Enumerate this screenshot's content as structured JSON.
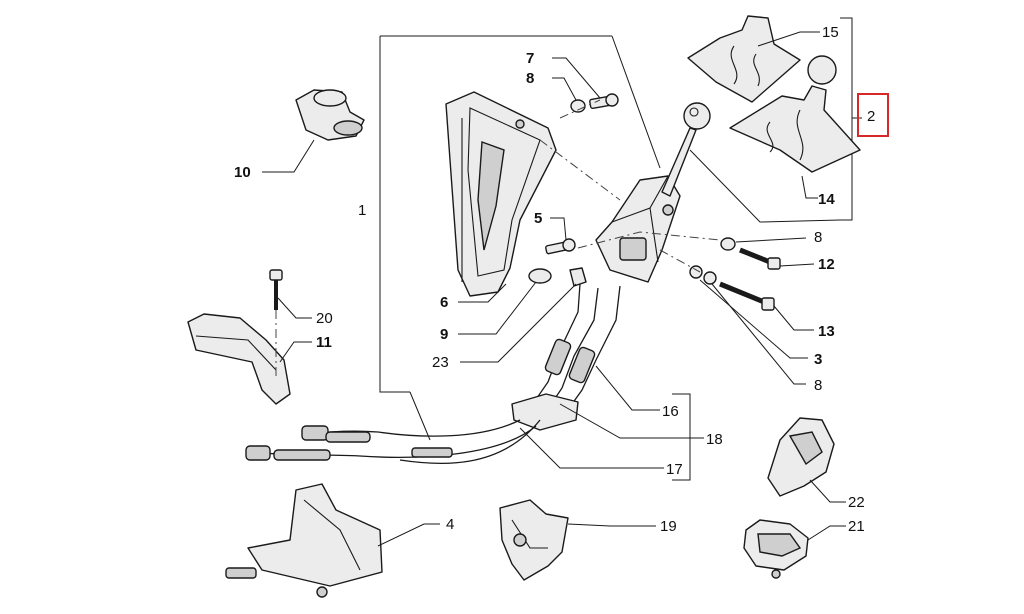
{
  "callouts": [
    {
      "id": "1",
      "text": "1"
    },
    {
      "id": "2",
      "text": "2"
    },
    {
      "id": "3",
      "text": "3"
    },
    {
      "id": "4",
      "text": "4"
    },
    {
      "id": "5",
      "text": "5"
    },
    {
      "id": "6",
      "text": "6"
    },
    {
      "id": "7",
      "text": "7"
    },
    {
      "id": "8a",
      "text": "8"
    },
    {
      "id": "8b",
      "text": "8"
    },
    {
      "id": "8c",
      "text": "8"
    },
    {
      "id": "9",
      "text": "9"
    },
    {
      "id": "10",
      "text": "10"
    },
    {
      "id": "11",
      "text": "11"
    },
    {
      "id": "12",
      "text": "12"
    },
    {
      "id": "13",
      "text": "13"
    },
    {
      "id": "14",
      "text": "14"
    },
    {
      "id": "15",
      "text": "15"
    },
    {
      "id": "16",
      "text": "16"
    },
    {
      "id": "17",
      "text": "17"
    },
    {
      "id": "18",
      "text": "18"
    },
    {
      "id": "19",
      "text": "19"
    },
    {
      "id": "20",
      "text": "20"
    },
    {
      "id": "21",
      "text": "21"
    },
    {
      "id": "22",
      "text": "22"
    },
    {
      "id": "23",
      "text": "23"
    }
  ],
  "highlight": {
    "callout": "2",
    "color": "#d62828"
  }
}
